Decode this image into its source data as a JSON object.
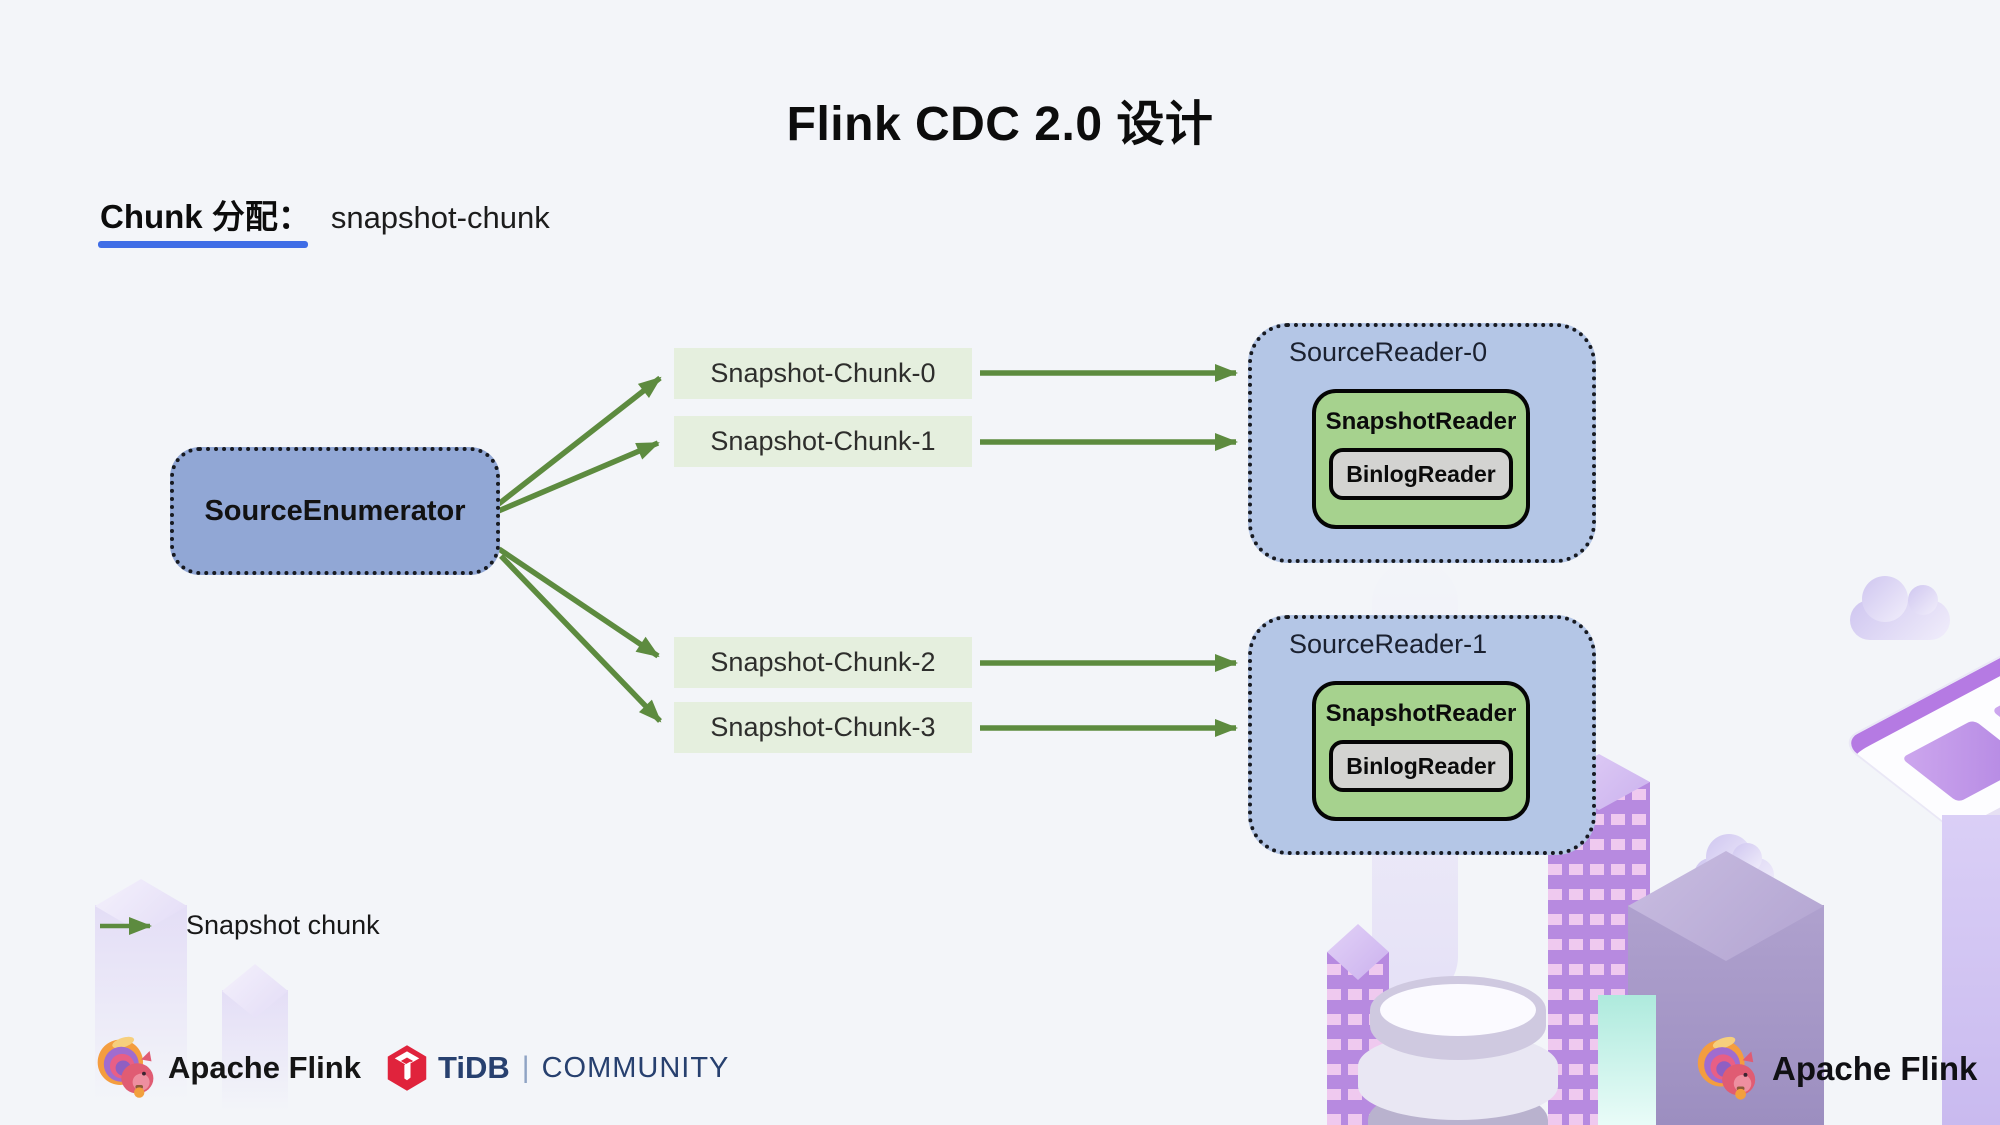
{
  "title": "Flink CDC 2.0 设计",
  "section": {
    "label": "Chunk 分配：",
    "value": "snapshot-chunk"
  },
  "diagram": {
    "enumerator_label": "SourceEnumerator",
    "chunks": [
      {
        "label": "Snapshot-Chunk-0"
      },
      {
        "label": "Snapshot-Chunk-1"
      },
      {
        "label": "Snapshot-Chunk-2"
      },
      {
        "label": "Snapshot-Chunk-3"
      }
    ],
    "readers": [
      {
        "title": "SourceReader-0",
        "snapshot_reader_label": "SnapshotReader",
        "binlog_reader_label": "BinlogReader"
      },
      {
        "title": "SourceReader-1",
        "snapshot_reader_label": "SnapshotReader",
        "binlog_reader_label": "BinlogReader"
      }
    ]
  },
  "legend": {
    "label": "Snapshot chunk"
  },
  "footer": {
    "flink_brand_left": "Apache Flink",
    "tidb_label": "TiDB",
    "separator": "|",
    "community_label": "COMMUNITY",
    "flink_brand_right": "Apache Flink"
  },
  "colors": {
    "background": "#f3f5f9",
    "enumerator_blue": "#91a7d5",
    "reader_blue": "#b4c6e6",
    "chunk_light_green": "#e5efde",
    "snapshot_green": "#a6d28e",
    "binlog_gray": "#d3d3d1",
    "arrow_green": "#5d8b3f",
    "underline_blue": "#3f6de6",
    "tidb_red": "#e0233c",
    "tidb_navy": "#27406f"
  }
}
